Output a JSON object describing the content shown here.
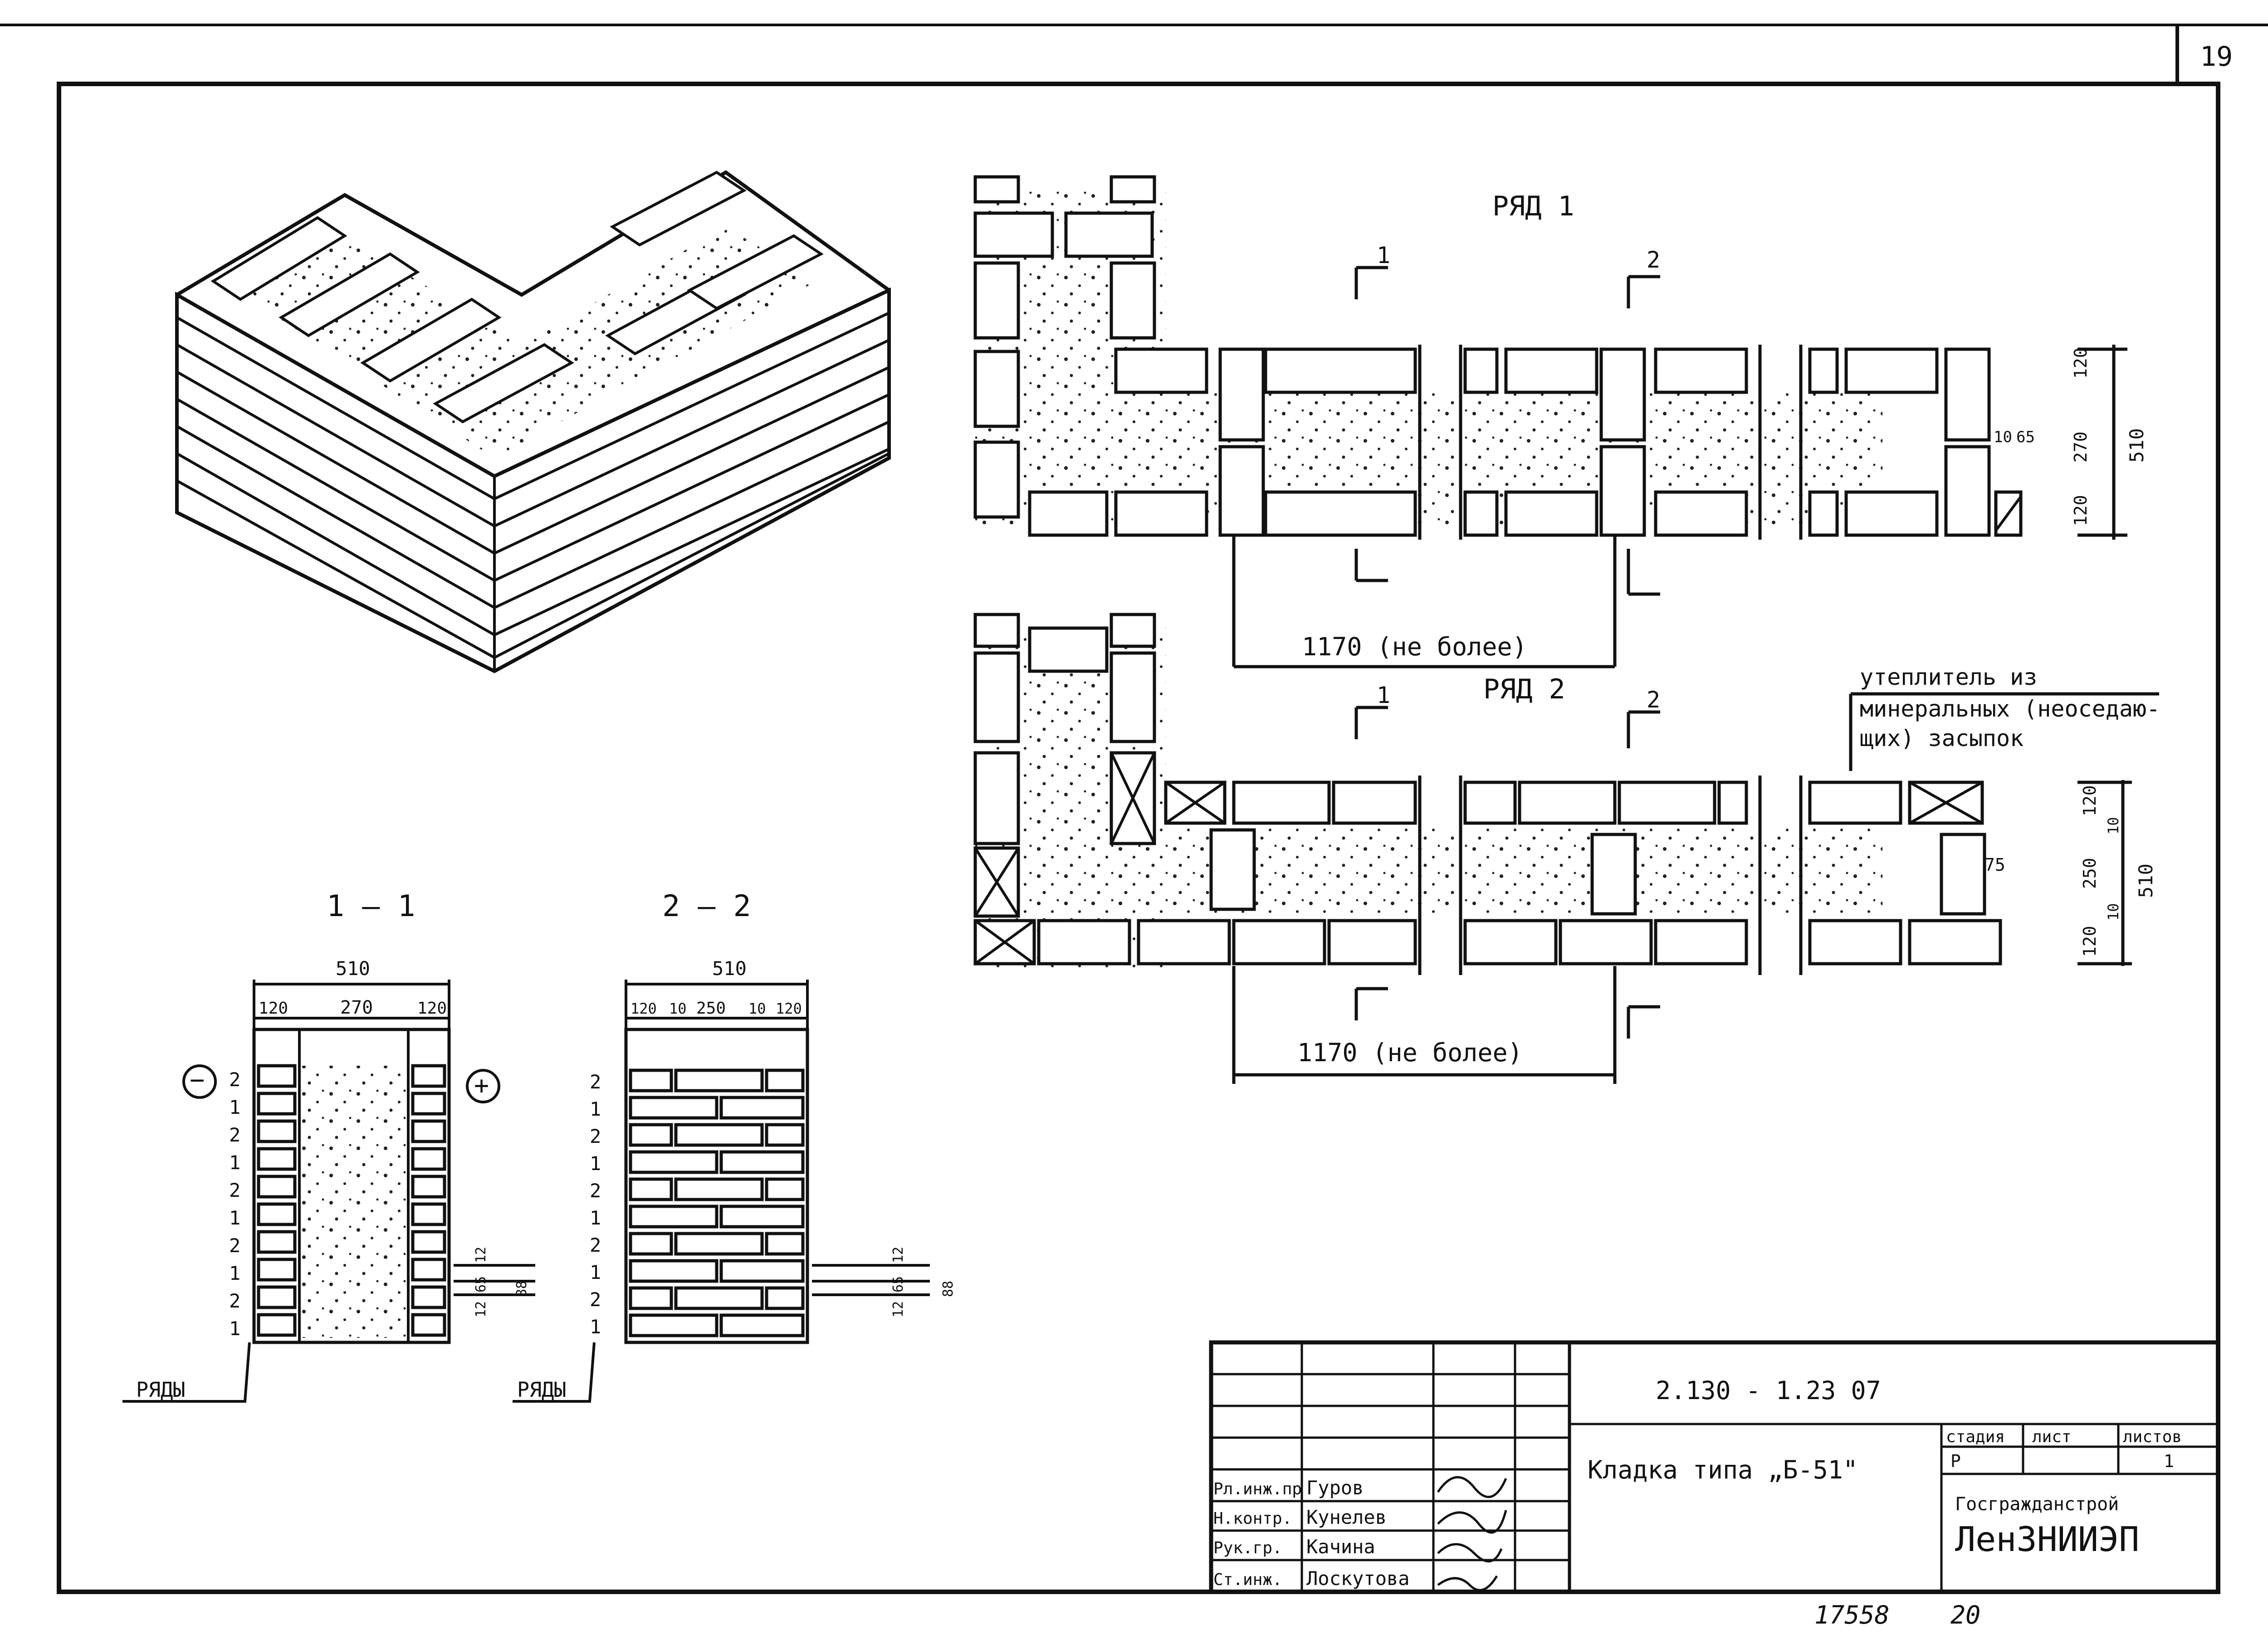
{
  "sheet_number": "19",
  "row1_title": "РЯД 1",
  "row2_title": "РЯД 2",
  "section_1_title": "1 — 1",
  "section_2_title": "2 — 2",
  "cut_1": "1",
  "cut_2": "2",
  "dim_1170": "1170 (не более)",
  "insulation_note": [
    "утеплитель из",
    "минеральных (неоседаю-",
    "щих) засыпок"
  ],
  "plan_dims_row1": {
    "d120a": "120",
    "d270": "270",
    "d120b": "120",
    "d510": "510",
    "d10": "10",
    "d65": "65"
  },
  "plan_dims_row2": {
    "d120a": "120",
    "d10a": "10",
    "d250": "250",
    "d10b": "10",
    "d120b": "120",
    "d510": "510",
    "d75": "75"
  },
  "sec1_dims": {
    "total": "510",
    "a": "120",
    "b": "270",
    "c": "120",
    "small": [
      "12",
      "65",
      "12"
    ],
    "h": "88"
  },
  "sec2_dims": {
    "total": "510",
    "a": "120",
    "b": "10",
    "c": "250",
    "d": "10",
    "e": "120",
    "small": [
      "12",
      "65",
      "12"
    ],
    "h": "88"
  },
  "rows_label": "РЯДЫ",
  "row_numbers_1": [
    "2",
    "1",
    "2",
    "1",
    "2",
    "1",
    "2",
    "1",
    "2",
    "1"
  ],
  "row_numbers_2": [
    "2",
    "1",
    "2",
    "1",
    "2",
    "1",
    "2",
    "1",
    "2",
    "1"
  ],
  "symbol_minus": "−",
  "symbol_plus": "+",
  "title_block": {
    "doc_code": "2.130 - 1.23 07",
    "title": "Кладка типа „Б-51\"",
    "stage_header": "стадия",
    "sheet_header": "лист",
    "sheets_header": "листов",
    "stage": "Р",
    "sheets": "1",
    "org1": "Госгражданстрой",
    "org2": "ЛенЗНИИЭП",
    "staff": [
      {
        "role": "Рл.инж.пр",
        "name": "Гуров"
      },
      {
        "role": "Н.контр.",
        "name": "Кунелев"
      },
      {
        "role": "Рук.гр.",
        "name": "Качина"
      },
      {
        "role": "Ст.инж.",
        "name": "Лоскутова"
      }
    ]
  },
  "inventory_number": "17558",
  "page_number": "20"
}
